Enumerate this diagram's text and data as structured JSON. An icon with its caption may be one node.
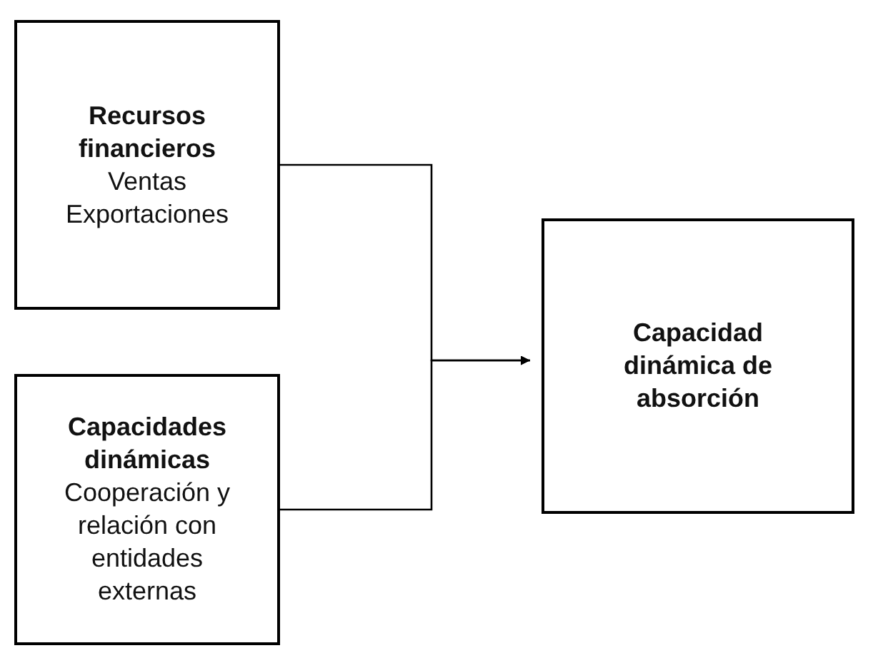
{
  "diagram": {
    "nodes": [
      {
        "text": [
          "Recursos financieros",
          "Ventas Exportaciones"
        ]
      },
      {
        "text": [
          "Capacidades dinámicas",
          "Cooperación y relación con entidades externas"
        ]
      },
      {
        "text": [
          "Capacidad dinámica de absorción"
        ]
      }
    ],
    "edges": [
      {
        "from": 0,
        "to": 2,
        "arrow": "to"
      },
      {
        "from": 1,
        "to": 2,
        "arrow": "to"
      }
    ]
  }
}
